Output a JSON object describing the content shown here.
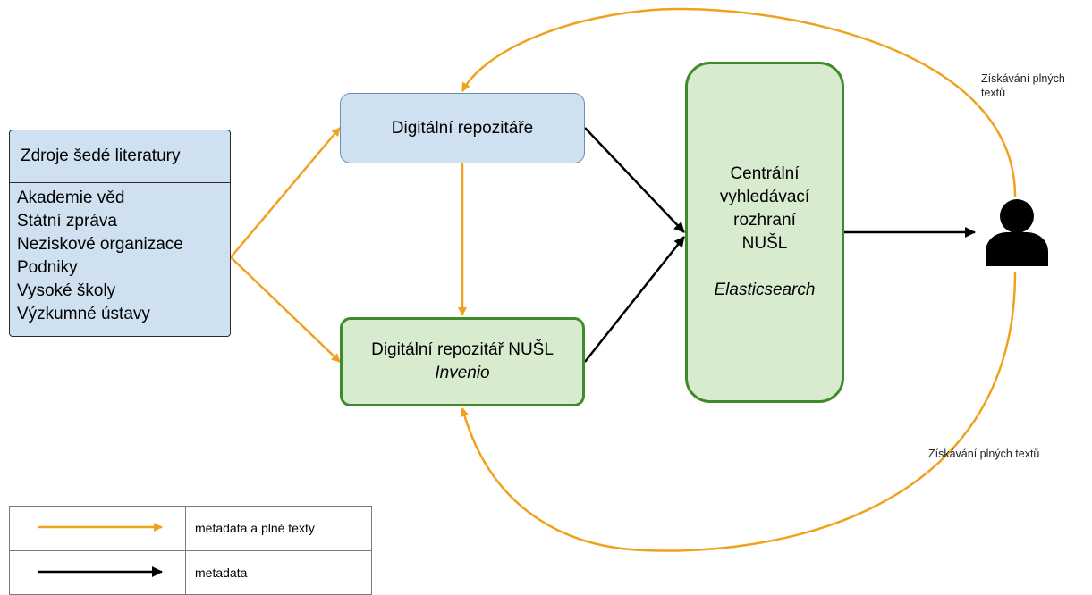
{
  "sources": {
    "title": "Zdroje šedé literatury",
    "items": [
      "Akademie věd",
      "Státní zpráva",
      "Neziskové organizace",
      "Podniky",
      "Vysoké školy",
      "Výzkumné ústavy"
    ]
  },
  "repositories": {
    "label": "Digitální repozitáře"
  },
  "nusl_repository": {
    "label": "Digitální repozitář NUŠL",
    "software": "Invenio"
  },
  "central_search": {
    "lines": [
      "Centrální",
      "vyhledávací",
      "rozhraní",
      "NUŠL"
    ],
    "software": "Elasticsearch"
  },
  "fulltext_note_top": "Získávání plných textů",
  "fulltext_note_bottom": "Získávání plných textů",
  "user": {
    "icon": "user-icon"
  },
  "legend": [
    {
      "color": "#f0a21e",
      "label": "metadata a plné texty"
    },
    {
      "color": "#000000",
      "label": "metadata"
    }
  ],
  "colors": {
    "orange": "#f0a21e",
    "black": "#000000",
    "blue_fill": "#cfe0f1",
    "green_fill": "#d7ebcf",
    "green_border": "#3f8a2b"
  }
}
